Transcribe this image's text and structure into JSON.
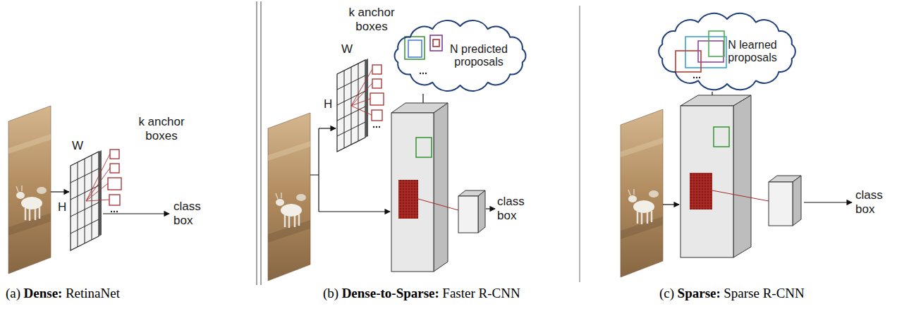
{
  "diagram": {
    "nodes": [
      {
        "text": [
          "N predicted proposals"
        ]
      },
      {
        "text": [
          "N learned proposals"
        ]
      }
    ],
    "labels": [
      "k anchor boxes",
      "W",
      "H",
      "class box",
      "(a)",
      "Dense:",
      "RetinaNet",
      "k anchor boxes",
      "W",
      "H",
      "class box",
      "(b)",
      "Dense-to-Sparse:",
      "Faster R-CNN",
      "class box",
      "(c)",
      "Sparse:",
      "Sparse R-CNN"
    ]
  }
}
